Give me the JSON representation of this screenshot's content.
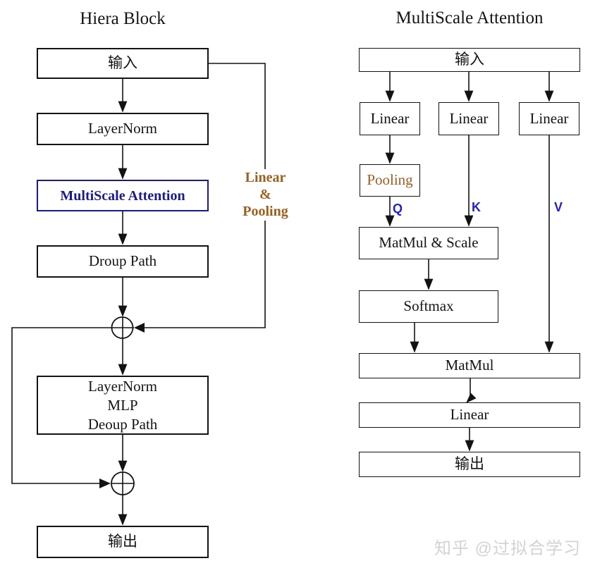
{
  "hiera": {
    "title": "Hiera Block",
    "input": "输入",
    "layernorm": "LayerNorm",
    "msa": "MultiScale Attention",
    "droup_path": "Droup Path",
    "mlp_block": [
      "LayerNorm",
      "MLP",
      "Deoup Path"
    ],
    "output": "输出",
    "skip_label": [
      "Linear",
      "&",
      "Pooling"
    ]
  },
  "msa": {
    "title": "MultiScale Attention",
    "input": "输入",
    "linear_q": "Linear",
    "linear_k": "Linear",
    "linear_v": "Linear",
    "pooling": "Pooling",
    "q_label": "Q",
    "k_label": "K",
    "v_label": "V",
    "matmul_scale": "MatMul & Scale",
    "softmax": "Softmax",
    "matmul": "MatMul",
    "linear_out": "Linear",
    "output": "输出"
  },
  "watermark": {
    "text": "知乎 @过拟合学习"
  },
  "colors": {
    "navy_accent": "#1a1a8c",
    "brown_accent": "#9e5e1e",
    "qkv_blue": "#2222cc",
    "line": "#131313",
    "watermark_gray": "#d3d3d3"
  }
}
